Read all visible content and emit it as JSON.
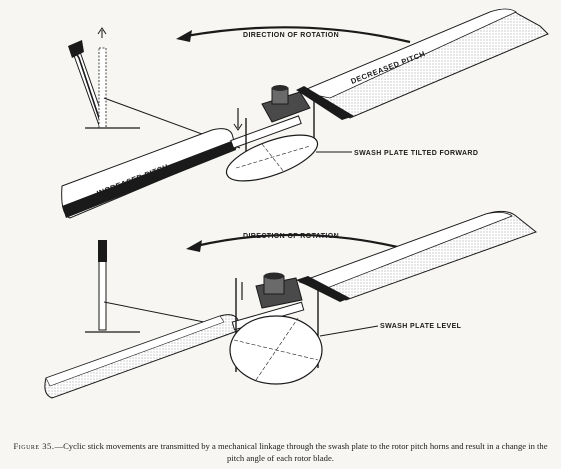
{
  "top_panel": {
    "direction_label": "DIRECTION OF ROTATION",
    "blade_left_label": "INCREASED PITCH",
    "blade_right_label": "DECREASED PITCH",
    "swash_label": "SWASH PLATE TILTED FORWARD"
  },
  "bottom_panel": {
    "direction_label": "DIRECTION OF ROTATION",
    "swash_label": "SWASH PLATE LEVEL"
  },
  "caption": {
    "figure_label": "Figure 35.",
    "text": "—Cyclic stick movements are transmitted by a mechanical linkage through the swash plate to the rotor pitch horns and result in a change in the pitch angle of each rotor blade."
  }
}
